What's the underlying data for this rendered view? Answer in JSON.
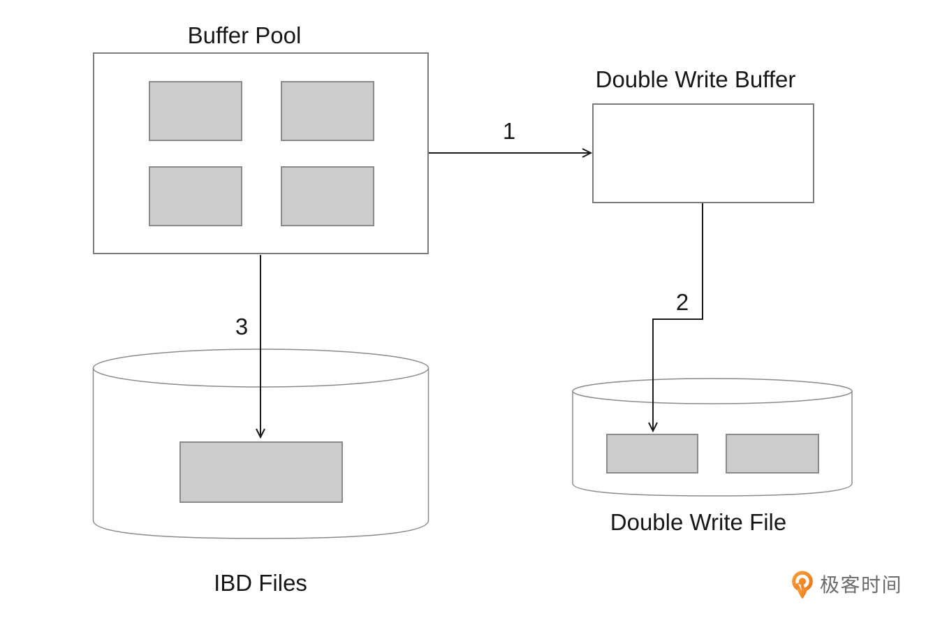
{
  "nodes": {
    "buffer_pool": {
      "title": "Buffer Pool",
      "page_blocks": 4
    },
    "double_write_buffer": {
      "title": "Double Write Buffer",
      "page_blocks": 0
    },
    "ibd_files": {
      "title": "IBD Files",
      "page_blocks": 1
    },
    "double_write_file": {
      "title": "Double Write File",
      "page_blocks": 2
    }
  },
  "arrows": [
    {
      "label": "1",
      "from": "Buffer Pool",
      "to": "Double Write Buffer"
    },
    {
      "label": "2",
      "from": "Double Write Buffer",
      "to": "Double Write File"
    },
    {
      "label": "3",
      "from": "Buffer Pool",
      "to": "IBD Files"
    }
  ],
  "branding": {
    "logo_text": "极客时间",
    "logo_icon": "geektime-pin-icon"
  },
  "colors": {
    "background": "#ffffff",
    "box_border": "#7b7b7b",
    "block_fill": "#cccccc",
    "block_border": "#8a8a8a",
    "cylinder_stroke": "#8a8a8a",
    "arrow_stroke": "#1a1a1a",
    "text": "#161616",
    "logo_orange": "#ee7b1f",
    "logo_orange_light": "#f7a13c",
    "logo_text_color": "#6b6b6b"
  }
}
